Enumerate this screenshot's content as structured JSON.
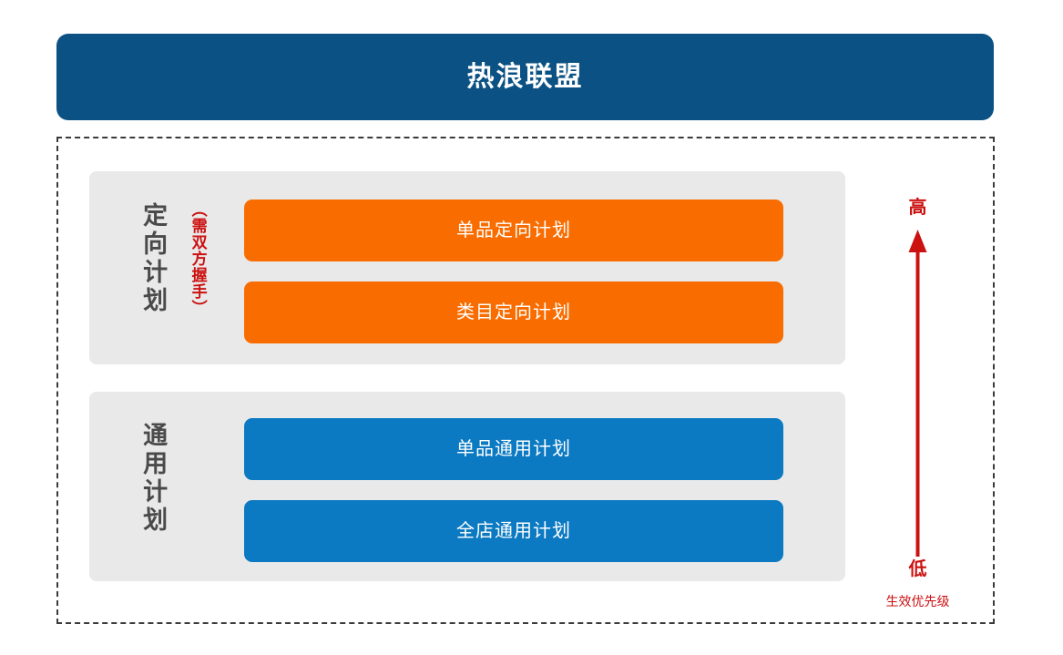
{
  "header": {
    "title": "热浪联盟",
    "background_color": "#0b5183",
    "text_color": "#ffffff"
  },
  "frame": {
    "border_style": "dashed",
    "border_color": "#3b3b3b"
  },
  "groups": [
    {
      "id": "targeted",
      "label": "定向计划",
      "note": "（需双方握手）",
      "note_color": "#cc1111",
      "panel_color": "#e9e9e9",
      "bar_color": "#f96d00",
      "plans": [
        {
          "label": "单品定向计划"
        },
        {
          "label": "类目定向计划"
        }
      ]
    },
    {
      "id": "general",
      "label": "通用计划",
      "note": "",
      "panel_color": "#e9e9e9",
      "bar_color": "#0b7ac2",
      "plans": [
        {
          "label": "单品通用计划"
        },
        {
          "label": "全店通用计划"
        }
      ]
    }
  ],
  "priority_legend": {
    "high_label": "高",
    "low_label": "低",
    "caption": "生效优先级",
    "color": "#cc1111",
    "direction": "upward"
  }
}
